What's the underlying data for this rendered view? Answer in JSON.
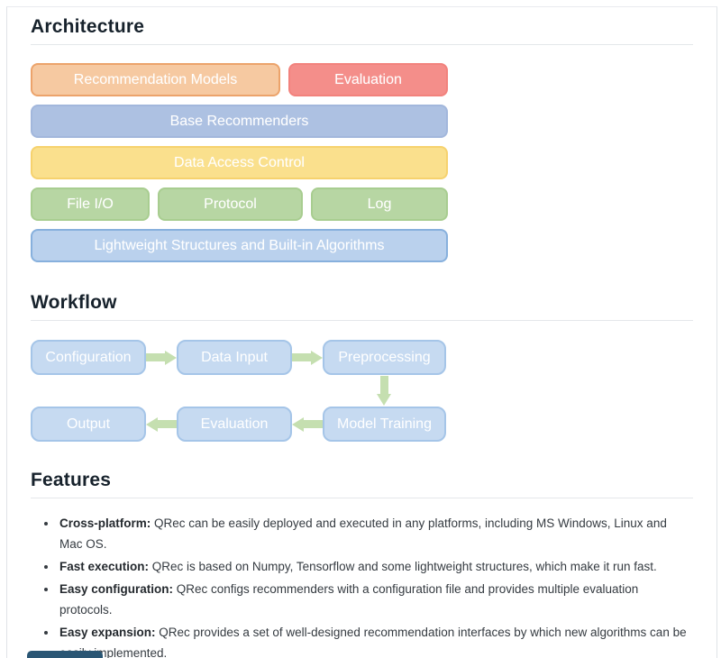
{
  "sections": {
    "architecture_title": "Architecture",
    "workflow_title": "Workflow",
    "features_title": "Features"
  },
  "architecture": {
    "recommendation_models": "Recommendation Models",
    "evaluation": "Evaluation",
    "base_recommenders": "Base Recommenders",
    "data_access_control": "Data Access Control",
    "file_io": "File I/O",
    "protocol": "Protocol",
    "log": "Log",
    "lightweight": "Lightweight Structures and Built-in Algorithms"
  },
  "workflow": {
    "configuration": "Configuration",
    "data_input": "Data Input",
    "preprocessing": "Preprocessing",
    "model_training": "Model Training",
    "evaluation": "Evaluation",
    "output": "Output"
  },
  "features": {
    "items": [
      {
        "term": "Cross-platform:",
        "text": " QRec can be easily deployed and executed in any platforms, including MS Windows, Linux and Mac OS."
      },
      {
        "term": "Fast execution:",
        "text": " QRec is based on Numpy, Tensorflow and some lightweight structures, which make it run fast."
      },
      {
        "term": "Easy configuration:",
        "text": " QRec configs recommenders with a configuration file and provides multiple evaluation protocols."
      },
      {
        "term": "Easy expansion:",
        "text": " QRec provides a set of well-designed recommendation interfaces by which new algorithms can be easily implemented."
      }
    ]
  },
  "colors": {
    "box_peach_fill": "#f6c9a1",
    "box_peach_border": "#eca36b",
    "box_salmon_fill": "#f48e8a",
    "box_blue_fill": "#adc1e2",
    "box_yellow_fill": "#fae08d",
    "box_yellow_border": "#f6d26e",
    "box_green_fill": "#b7d6a3",
    "box_green_border": "#a8cd90",
    "box_lightblue_fill": "#bad1ed",
    "box_lightblue_border": "#87b0dd",
    "workflow_box_fill": "#c6daf1",
    "workflow_box_border": "#a5c5e8",
    "arrow_green": "#c5dfb0",
    "bottom_bar_navy": "#2a5674",
    "heading_text": "#17222c",
    "divider": "#e4e7ea"
  }
}
